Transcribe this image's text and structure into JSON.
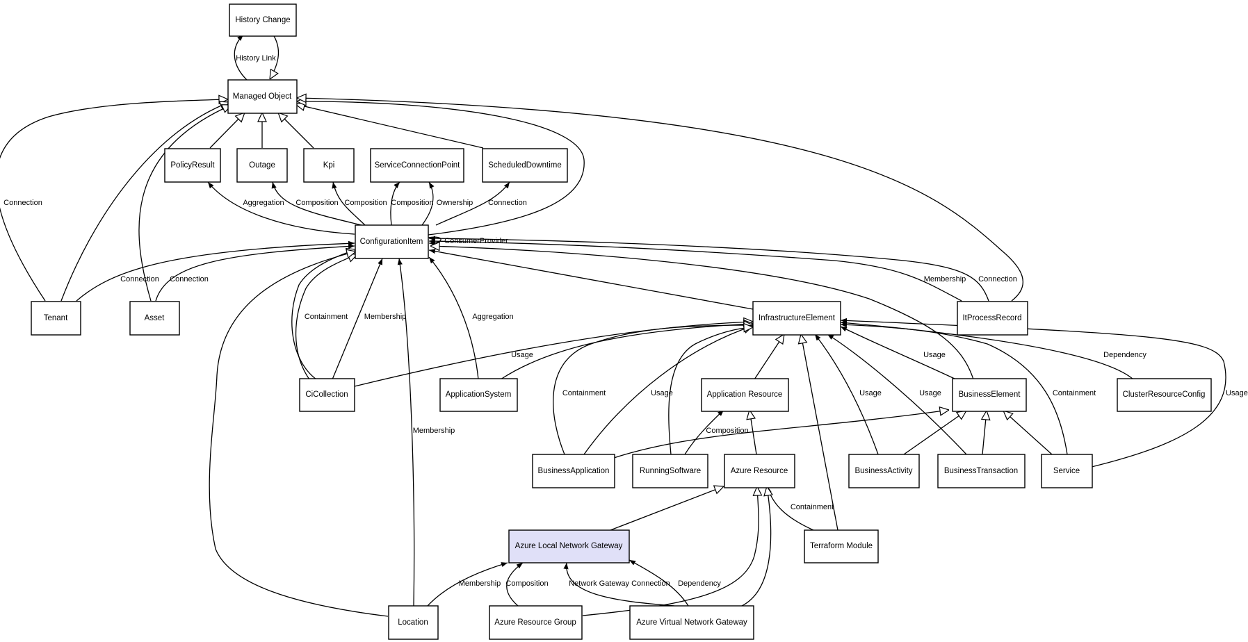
{
  "highlight_color": "#e0e0f8",
  "nodes": {
    "history_change": "History Change",
    "managed_object": "Managed Object",
    "policy_result": "PolicyResult",
    "outage": "Outage",
    "kpi": "Kpi",
    "service_connection_point": "ServiceConnectionPoint",
    "scheduled_downtime": "ScheduledDowntime",
    "configuration_item": "ConfigurationItem",
    "tenant": "Tenant",
    "asset": "Asset",
    "infrastructure_element": "InfrastructureElement",
    "it_process_record": "ItProcessRecord",
    "ci_collection": "CiCollection",
    "application_system": "ApplicationSystem",
    "application_resource": "Application Resource",
    "business_element": "BusinessElement",
    "cluster_resource_config": "ClusterResourceConfig",
    "business_application": "BusinessApplication",
    "running_software": "RunningSoftware",
    "azure_resource": "Azure Resource",
    "business_activity": "BusinessActivity",
    "business_transaction": "BusinessTransaction",
    "service": "Service",
    "azure_local_network_gateway": "Azure Local Network Gateway",
    "terraform_module": "Terraform Module",
    "location": "Location",
    "azure_resource_group": "Azure Resource Group",
    "azure_virtual_network_gateway": "Azure Virtual Network Gateway"
  },
  "edge_labels": {
    "history_link": "History Link",
    "connection": "Connection",
    "aggregation": "Aggregation",
    "composition": "Composition",
    "ownership": "Ownership",
    "consumer_provider": "ConsumerProvider",
    "membership": "Membership",
    "containment": "Containment",
    "usage": "Usage",
    "dependency": "Dependency",
    "network_gateway_connection": "Network Gateway Connection"
  }
}
